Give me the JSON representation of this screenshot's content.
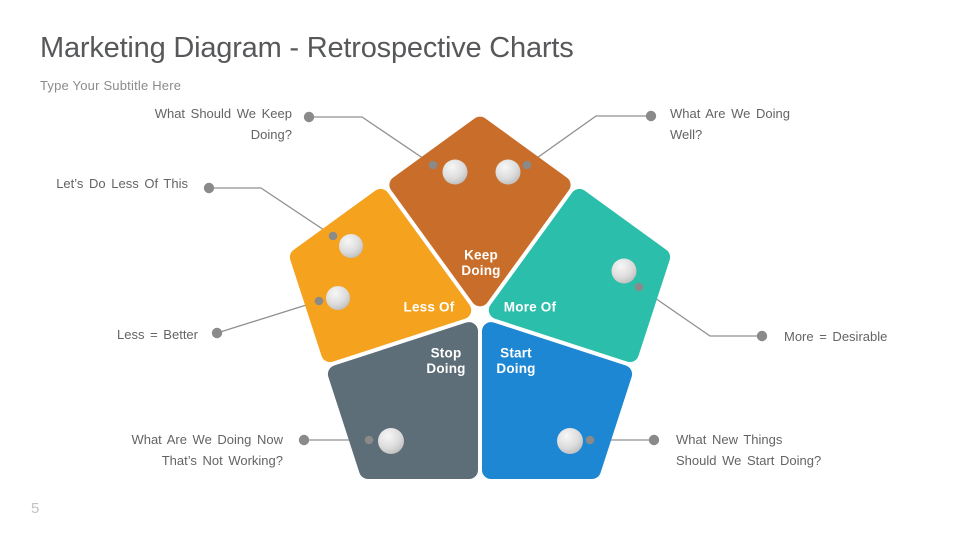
{
  "slide": {
    "title": "Marketing Diagram - Retrospective Charts",
    "subtitle": "Type Your Subtitle Here",
    "page_number": "5"
  },
  "diagram": {
    "segments": [
      {
        "id": "keep",
        "label": "Keep\nDoing",
        "color": "#c96e2a"
      },
      {
        "id": "less",
        "label": "Less Of",
        "color": "#f5a21e"
      },
      {
        "id": "more",
        "label": "More Of",
        "color": "#2bbeaa"
      },
      {
        "id": "stop",
        "label": "Stop\nDoing",
        "color": "#5d6e78"
      },
      {
        "id": "start",
        "label": "Start\nDoing",
        "color": "#1e87d4"
      }
    ],
    "annotations": [
      {
        "id": "keep-doing",
        "text": "What Should We Keep\nDoing?"
      },
      {
        "id": "doing-well",
        "text": "What Are We Doing\nWell?"
      },
      {
        "id": "less-of-this",
        "text": "Let’s Do Less Of This"
      },
      {
        "id": "less-better",
        "text": "Less = Better"
      },
      {
        "id": "more-desirable",
        "text": "More = Desirable"
      },
      {
        "id": "not-working",
        "text": "What Are We Doing Now\nThat’s Not Working?"
      },
      {
        "id": "start-new",
        "text": "What New Things\nShould We Start Doing?"
      }
    ],
    "colors": {
      "connector": "#909090",
      "dot": "#8a8a8a",
      "sphere_light": "#f7f7f7",
      "sphere_mid": "#dcdcdc",
      "sphere_dark": "#b2b2b2"
    }
  }
}
